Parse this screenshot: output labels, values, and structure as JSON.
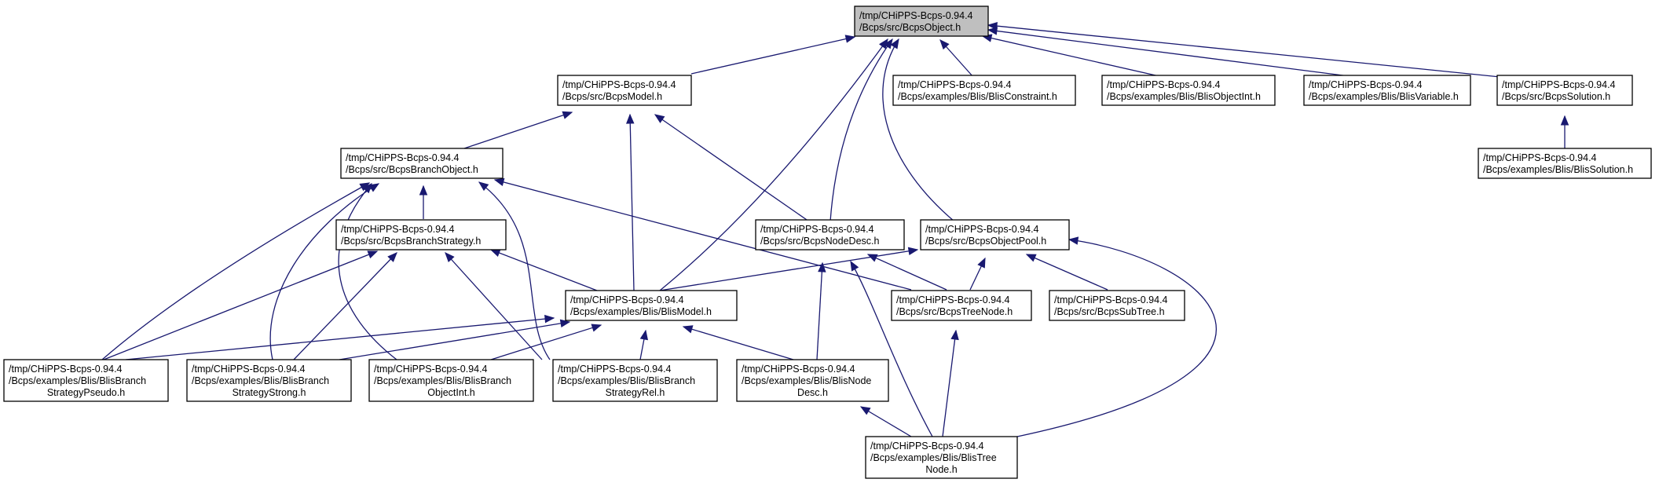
{
  "diagram": {
    "type": "include-dependency-graph",
    "colors": {
      "edge": "#191970",
      "root_fill": "#bfbfbf",
      "node_fill": "#ffffff",
      "node_border": "#000000"
    },
    "nodes": [
      {
        "id": "obj",
        "lines": [
          "/tmp/CHiPPS-Bcps-0.94.4",
          "/Bcps/src/BcpsObject.h"
        ],
        "root": true
      },
      {
        "id": "model",
        "lines": [
          "/tmp/CHiPPS-Bcps-0.94.4",
          "/Bcps/src/BcpsModel.h"
        ]
      },
      {
        "id": "bconstraint",
        "lines": [
          "/tmp/CHiPPS-Bcps-0.94.4",
          "/Bcps/examples/Blis/BlisConstraint.h"
        ]
      },
      {
        "id": "bobjint",
        "lines": [
          "/tmp/CHiPPS-Bcps-0.94.4",
          "/Bcps/examples/Blis/BlisObjectInt.h"
        ]
      },
      {
        "id": "bvariable",
        "lines": [
          "/tmp/CHiPPS-Bcps-0.94.4",
          "/Bcps/examples/Blis/BlisVariable.h"
        ]
      },
      {
        "id": "solution",
        "lines": [
          "/tmp/CHiPPS-Bcps-0.94.4",
          "/Bcps/src/BcpsSolution.h"
        ]
      },
      {
        "id": "branchobj",
        "lines": [
          "/tmp/CHiPPS-Bcps-0.94.4",
          "/Bcps/src/BcpsBranchObject.h"
        ]
      },
      {
        "id": "bsolution",
        "lines": [
          "/tmp/CHiPPS-Bcps-0.94.4",
          "/Bcps/examples/Blis/BlisSolution.h"
        ]
      },
      {
        "id": "branchstrat",
        "lines": [
          "/tmp/CHiPPS-Bcps-0.94.4",
          "/Bcps/src/BcpsBranchStrategy.h"
        ]
      },
      {
        "id": "nodedesc",
        "lines": [
          "/tmp/CHiPPS-Bcps-0.94.4",
          "/Bcps/src/BcpsNodeDesc.h"
        ]
      },
      {
        "id": "objpool",
        "lines": [
          "/tmp/CHiPPS-Bcps-0.94.4",
          "/Bcps/src/BcpsObjectPool.h"
        ]
      },
      {
        "id": "blismodel",
        "lines": [
          "/tmp/CHiPPS-Bcps-0.94.4",
          "/Bcps/examples/Blis/BlisModel.h"
        ]
      },
      {
        "id": "treenode",
        "lines": [
          "/tmp/CHiPPS-Bcps-0.94.4",
          "/Bcps/src/BcpsTreeNode.h"
        ]
      },
      {
        "id": "subtree",
        "lines": [
          "/tmp/CHiPPS-Bcps-0.94.4",
          "/Bcps/src/BcpsSubTree.h"
        ]
      },
      {
        "id": "bpseudo",
        "lines": [
          "/tmp/CHiPPS-Bcps-0.94.4",
          "/Bcps/examples/Blis/BlisBranch",
          "StrategyPseudo.h"
        ]
      },
      {
        "id": "bstrong",
        "lines": [
          "/tmp/CHiPPS-Bcps-0.94.4",
          "/Bcps/examples/Blis/BlisBranch",
          "StrategyStrong.h"
        ]
      },
      {
        "id": "bbranchobjint",
        "lines": [
          "/tmp/CHiPPS-Bcps-0.94.4",
          "/Bcps/examples/Blis/BlisBranch",
          "ObjectInt.h"
        ]
      },
      {
        "id": "brel",
        "lines": [
          "/tmp/CHiPPS-Bcps-0.94.4",
          "/Bcps/examples/Blis/BlisBranch",
          "StrategyRel.h"
        ]
      },
      {
        "id": "bnodedesc",
        "lines": [
          "/tmp/CHiPPS-Bcps-0.94.4",
          "/Bcps/examples/Blis/BlisNode",
          "Desc.h"
        ]
      },
      {
        "id": "btreenode",
        "lines": [
          "/tmp/CHiPPS-Bcps-0.94.4",
          "/Bcps/examples/Blis/BlisTree",
          "Node.h"
        ]
      }
    ]
  }
}
